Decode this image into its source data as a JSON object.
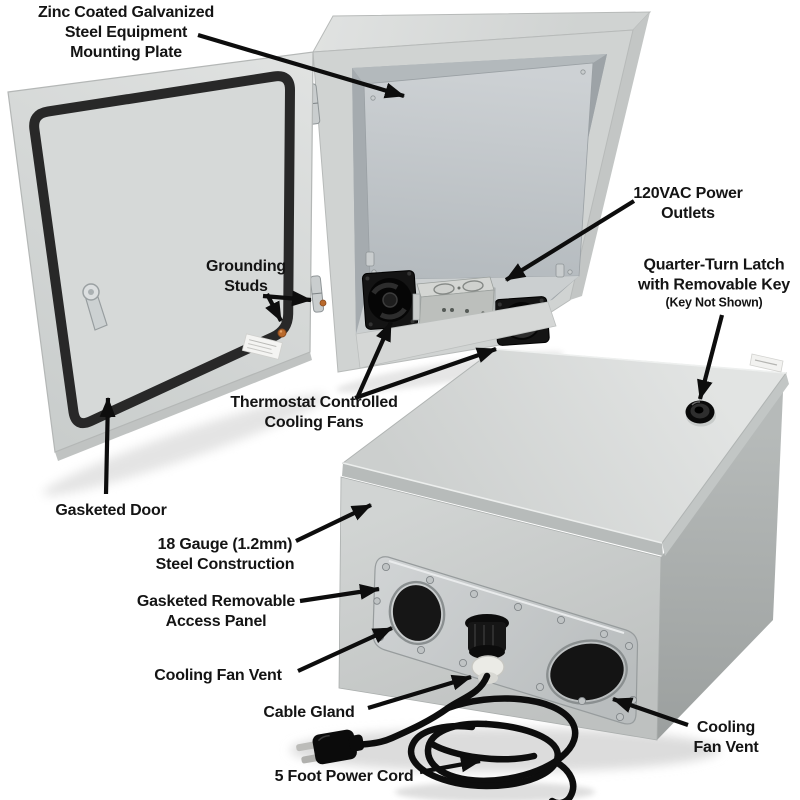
{
  "figure": {
    "background": "#ffffff",
    "type": "annotated product photo of steel equipment enclosure, open unit and closed unit"
  },
  "colors": {
    "label_text": "#141414",
    "arrow": "#0d0d0d",
    "enclosure_light_gray": "#d9dbda",
    "enclosure_mid_gray": "#c7cac9",
    "enclosure_dark_gray": "#a0a4a3",
    "interior_plate_gray": "#c3c8cc",
    "door_gasket_black": "#282828",
    "fan_vent_black": "#161616",
    "access_panel_silver": "#c6cacb",
    "grounding_stud_brass": "#b96a2c",
    "power_cord_black": "#0d0d0d"
  },
  "callouts": {
    "mounting_plate": {
      "lines": [
        "Zinc Coated Galvanized",
        "Steel Equipment",
        "Mounting Plate"
      ]
    },
    "power_outlets": {
      "lines": [
        "120VAC Power",
        "Outlets"
      ]
    },
    "latch": {
      "lines": [
        "Quarter-Turn Latch",
        "with Removable Key"
      ],
      "note": "(Key Not Shown)"
    },
    "grounding_studs": {
      "lines": [
        "Grounding",
        "Studs"
      ]
    },
    "cooling_fans": {
      "lines": [
        "Thermostat Controlled",
        "Cooling Fans"
      ]
    },
    "gasketed_door": {
      "lines": [
        "Gasketed Door"
      ]
    },
    "steel_construction": {
      "lines": [
        "18 Gauge (1.2mm)",
        "Steel Construction"
      ]
    },
    "access_panel": {
      "lines": [
        "Gasketed Removable",
        "Access Panel"
      ]
    },
    "fan_vent_left": {
      "lines": [
        "Cooling Fan Vent"
      ]
    },
    "cable_gland": {
      "lines": [
        "Cable Gland"
      ]
    },
    "power_cord": {
      "lines": [
        "5 Foot Power Cord"
      ]
    },
    "fan_vent_right": {
      "lines": [
        "Cooling",
        "Fan Vent"
      ]
    }
  }
}
